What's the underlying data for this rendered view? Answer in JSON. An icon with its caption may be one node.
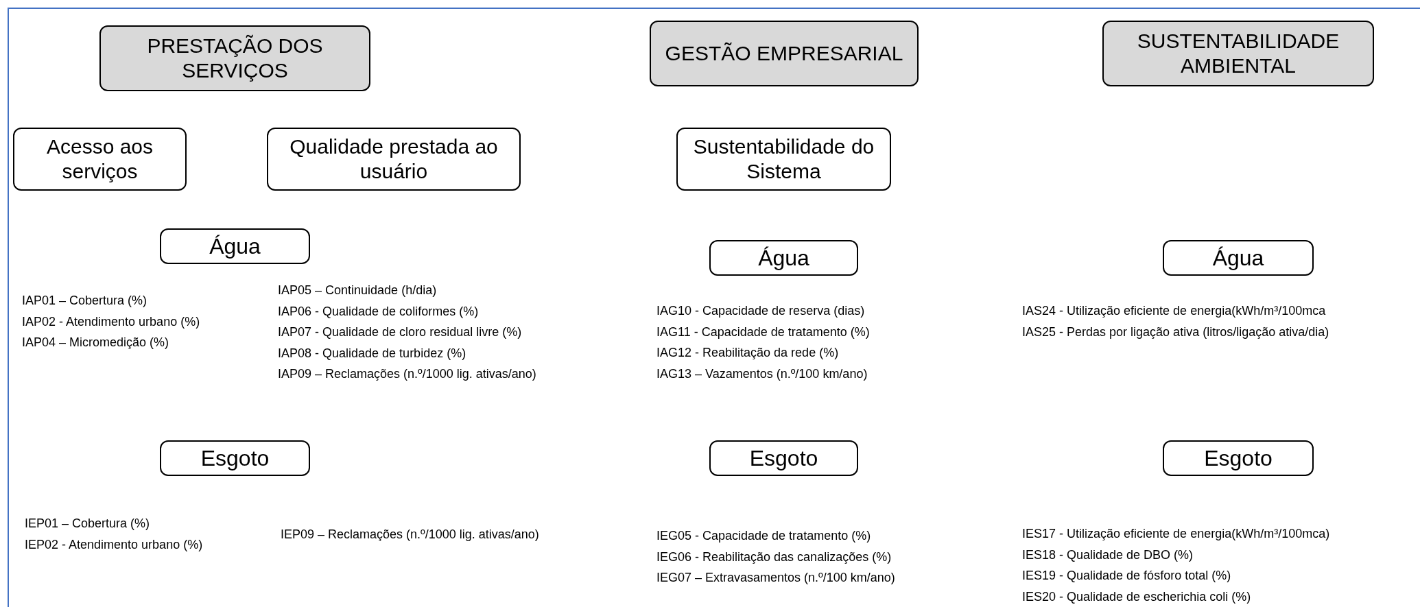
{
  "diagram": {
    "nodes": [
      {
        "text": [
          "PRESTAÇÃO DOS SERVIÇOS"
        ]
      },
      {
        "text": [
          "GESTÃO EMPRESARIAL"
        ]
      },
      {
        "text": [
          "SUSTENTABILIDADE AMBIENTAL"
        ]
      },
      {
        "text": [
          "Acesso aos serviços"
        ]
      },
      {
        "text": [
          "Qualidade prestada ao usuário"
        ]
      },
      {
        "text": [
          "Sustentabilidade do Sistema"
        ]
      },
      {
        "text": [
          "Água"
        ]
      },
      {
        "text": [
          "Água"
        ]
      },
      {
        "text": [
          "Água"
        ]
      },
      {
        "text": [
          "Esgoto"
        ]
      },
      {
        "text": [
          "Esgoto"
        ]
      },
      {
        "text": [
          "Esgoto"
        ]
      }
    ],
    "labels": [
      "IAP01 – Cobertura (%)",
      "IAP02 - Atendimento urbano (%)",
      "IAP04 – Micromedição (%)",
      "IAP05 – Continuidade (h/dia)",
      "IAP06 - Qualidade de coliformes (%)",
      "IAP07 - Qualidade de cloro residual livre (%)",
      "IAP08 - Qualidade de turbidez (%)",
      "IAP09 – Reclamações (n.º/1000 lig. ativas/ano)",
      "IAG10 - Capacidade de reserva (dias)",
      "IAG11 - Capacidade de tratamento (%)",
      "IAG12 - Reabilitação da rede (%)",
      "IAG13 – Vazamentos (n.º/100 km/ano)",
      "IAS24 - Utilização eficiente de energia(kWh/m³/100mca",
      "IAS25 - Perdas por ligação ativa (litros/ligação ativa/dia)",
      "IEP01 – Cobertura (%)",
      "IEP02 - Atendimento urbano (%)",
      "IEP09 – Reclamações (n.º/1000 lig. ativas/ano)",
      "IEG05 - Capacidade de tratamento (%)",
      "IEG06 - Reabilitação das canalizações (%)",
      "IEG07 – Extravasamentos (n.º/100 km/ano)",
      "IES17 - Utilização eficiente de energia(kWh/m³/100mca)",
      "IES18 - Qualidade de DBO (%)",
      "IES19 - Qualidade de fósforo total (%)",
      "IES20 - Qualidade de escherichia coli (%)"
    ]
  }
}
